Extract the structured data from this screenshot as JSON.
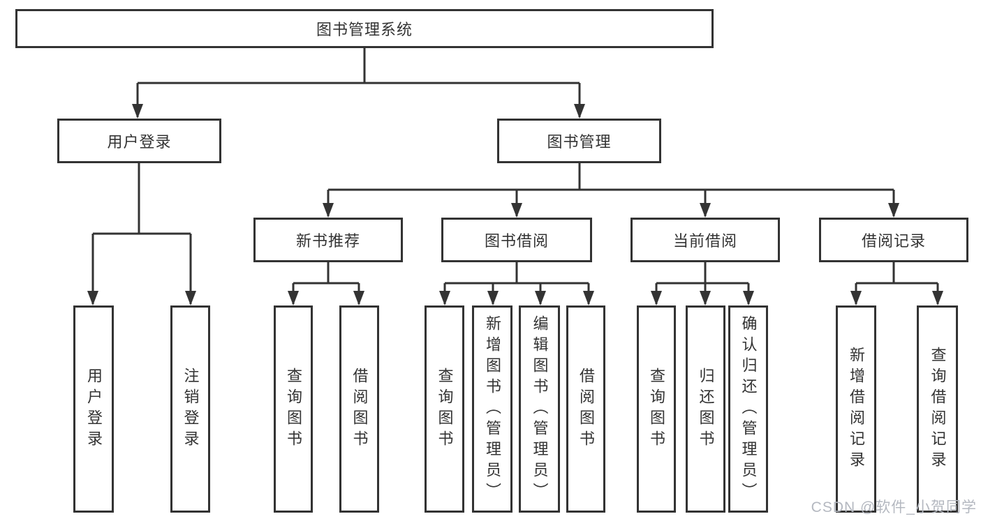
{
  "diagram": {
    "type": "hierarchy",
    "nodes": {
      "root": {
        "label": "图书管理系统"
      },
      "level2": [
        {
          "label": "用户登录"
        },
        {
          "label": "图书管理"
        }
      ],
      "level3": [
        {
          "label": "新书推荐",
          "parent": "图书管理"
        },
        {
          "label": "图书借阅",
          "parent": "图书管理"
        },
        {
          "label": "当前借阅",
          "parent": "图书管理"
        },
        {
          "label": "借阅记录",
          "parent": "图书管理"
        }
      ],
      "leaves": [
        {
          "label": "用户登录",
          "parent": "用户登录"
        },
        {
          "label": "注销登录",
          "parent": "用户登录"
        },
        {
          "label": "查询图书",
          "parent": "新书推荐"
        },
        {
          "label": "借阅图书",
          "parent": "新书推荐"
        },
        {
          "label": "查询图书",
          "parent": "图书借阅"
        },
        {
          "label": "新增图书（管理员）",
          "parent": "图书借阅"
        },
        {
          "label": "编辑图书（管理员）",
          "parent": "图书借阅"
        },
        {
          "label": "借阅图书",
          "parent": "图书借阅"
        },
        {
          "label": "查询图书",
          "parent": "当前借阅"
        },
        {
          "label": "归还图书",
          "parent": "当前借阅"
        },
        {
          "label": "确认归还（管理员）",
          "parent": "当前借阅"
        },
        {
          "label": "新增借阅记录",
          "parent": "借阅记录"
        },
        {
          "label": "查询借阅记录",
          "parent": "借阅记录"
        }
      ]
    },
    "colors": {
      "line": "#333333",
      "text": "#333333",
      "box_fill": "#ffffff",
      "background": "#ffffff",
      "watermark": "#b4b8c0"
    }
  },
  "watermark": "CSDN @软件_小贺同学"
}
